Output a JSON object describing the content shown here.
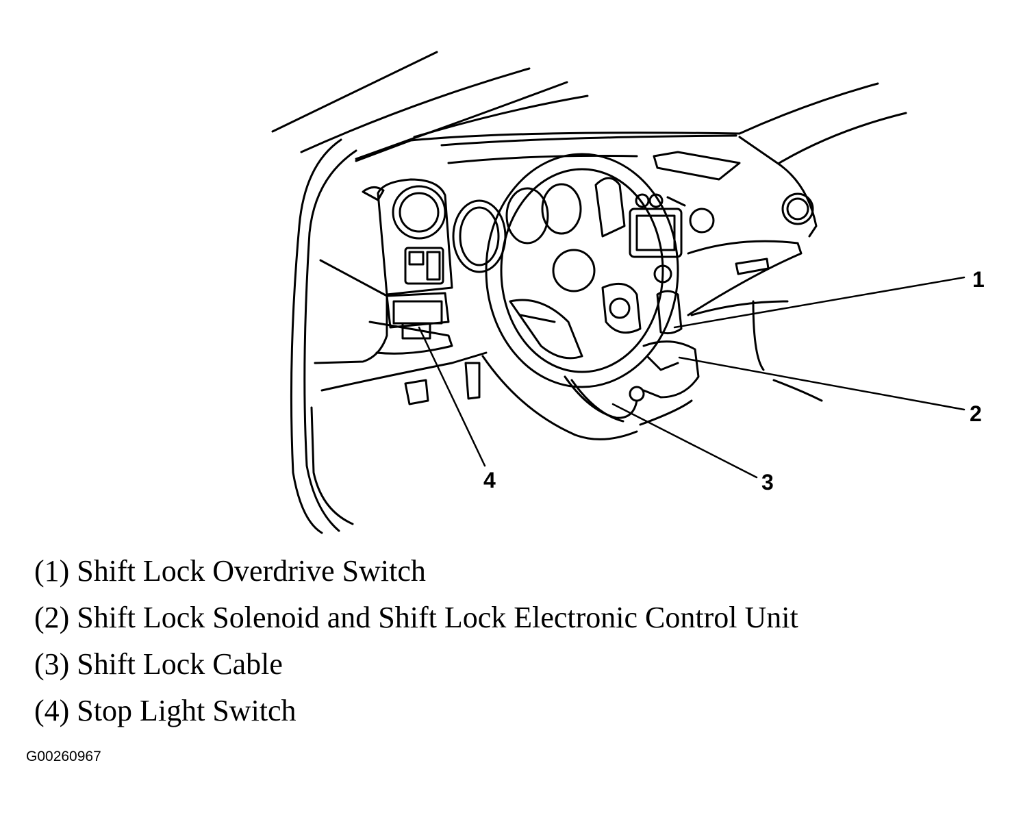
{
  "callouts": [
    {
      "number": "1"
    },
    {
      "number": "2"
    },
    {
      "number": "3"
    },
    {
      "number": "4"
    }
  ],
  "legend": [
    "(1) Shift Lock Overdrive Switch",
    "(2) Shift Lock Solenoid and Shift Lock Electronic Control Unit",
    "(3) Shift Lock Cable",
    "(4) Stop Light Switch"
  ],
  "figure_id": "G00260967"
}
